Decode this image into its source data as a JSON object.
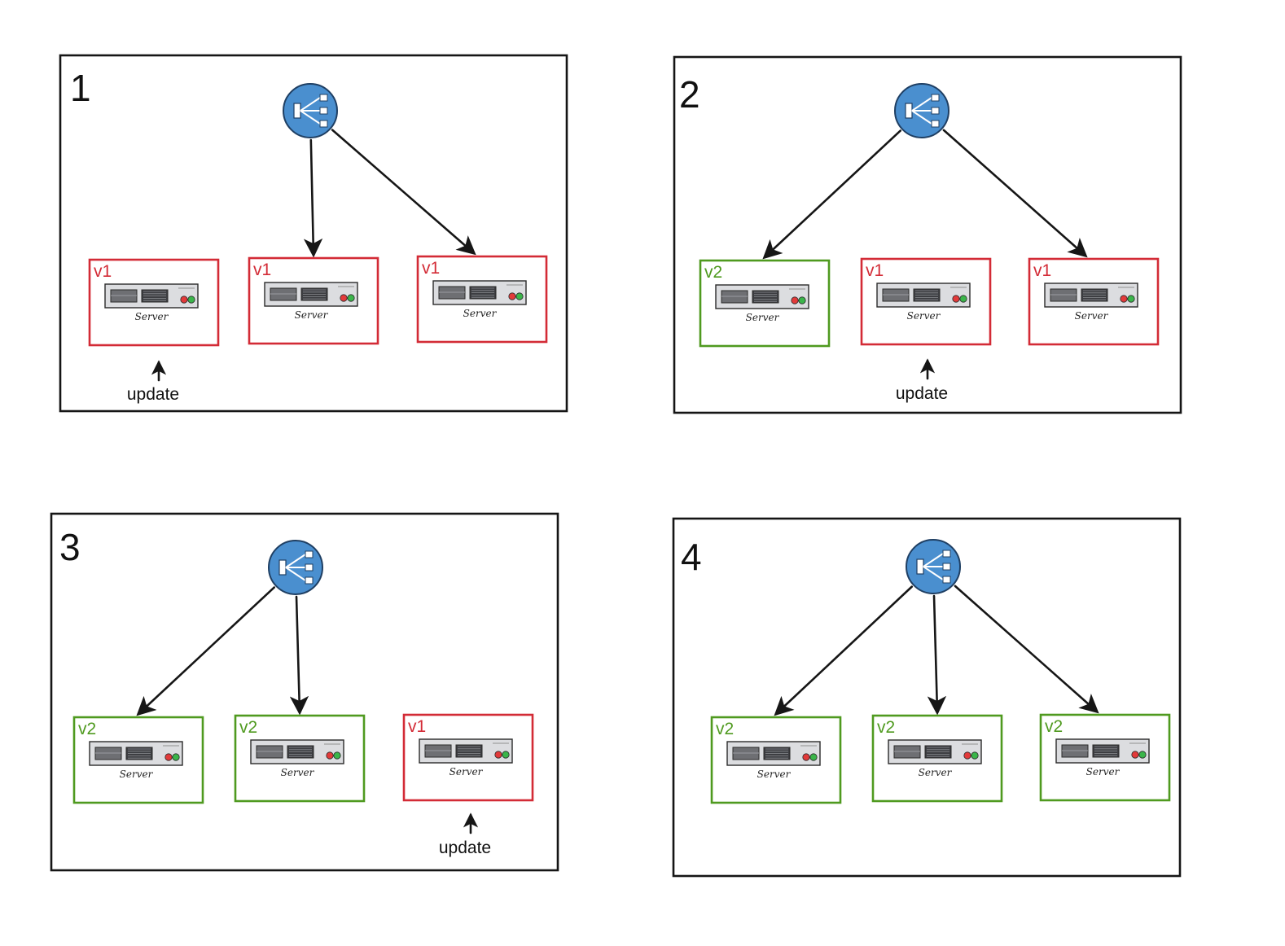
{
  "colors": {
    "old_version": "#d32b36",
    "new_version": "#4f9a1f",
    "load_balancer": "#4a8fcf",
    "led_red": "#e23a3a",
    "led_green": "#3bb54a"
  },
  "icons": {
    "load_balancer": "load-balancer-icon",
    "server": "server-rack-icon"
  },
  "server_caption": "Server",
  "update_label": "update",
  "panels": [
    {
      "number": "1",
      "servers": [
        {
          "version": "v1",
          "status": "old"
        },
        {
          "version": "v1",
          "status": "old"
        },
        {
          "version": "v1",
          "status": "old"
        }
      ],
      "routed_to": [
        2,
        3
      ],
      "update_target": 1
    },
    {
      "number": "2",
      "servers": [
        {
          "version": "v2",
          "status": "new"
        },
        {
          "version": "v1",
          "status": "old"
        },
        {
          "version": "v1",
          "status": "old"
        }
      ],
      "routed_to": [
        1,
        3
      ],
      "update_target": 2
    },
    {
      "number": "3",
      "servers": [
        {
          "version": "v2",
          "status": "new"
        },
        {
          "version": "v2",
          "status": "new"
        },
        {
          "version": "v1",
          "status": "old"
        }
      ],
      "routed_to": [
        1,
        2
      ],
      "update_target": 3
    },
    {
      "number": "4",
      "servers": [
        {
          "version": "v2",
          "status": "new"
        },
        {
          "version": "v2",
          "status": "new"
        },
        {
          "version": "v2",
          "status": "new"
        }
      ],
      "routed_to": [
        1,
        2,
        3
      ],
      "update_target": null
    }
  ]
}
